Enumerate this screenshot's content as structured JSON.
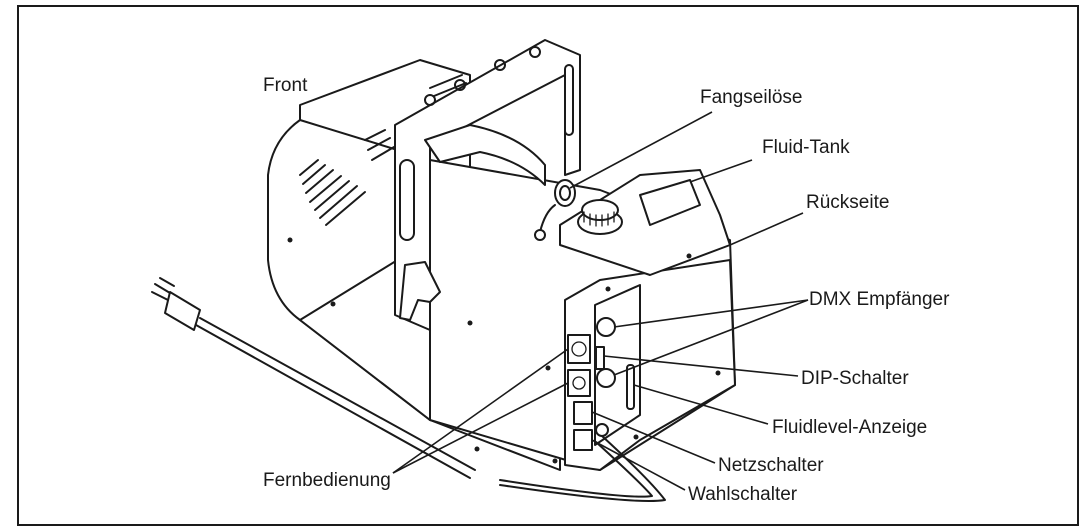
{
  "labels": {
    "front": "Front",
    "fangseiloese": "Fangseilöse",
    "fluid_tank": "Fluid-Tank",
    "rueckseite": "Rückseite",
    "dmx_empfaenger": "DMX Empfänger",
    "dip_schalter": "DIP-Schalter",
    "fluidlevel_anzeige": "Fluidlevel-Anzeige",
    "netzschalter": "Netzschalter",
    "fernbedienung": "Fernbedienung",
    "wahlschalter": "Wahlschalter"
  }
}
